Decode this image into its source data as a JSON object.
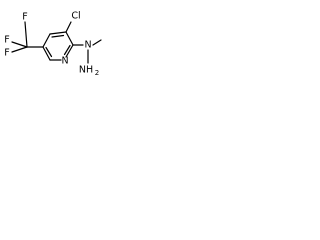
{
  "atoms": {
    "f_top": "F",
    "f_left": "F",
    "f_bottom": "F",
    "cl": "Cl",
    "n_ring": "N",
    "n_methyl": "N",
    "nh2": "NH",
    "nh2_sub": "2"
  },
  "colors": {
    "bond": "#000000",
    "background": "#ffffff"
  }
}
